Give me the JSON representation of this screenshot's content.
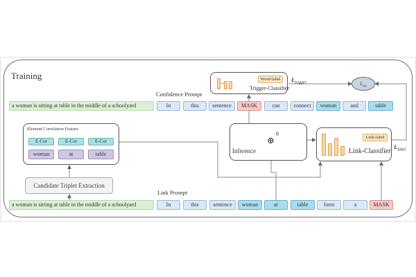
{
  "section_title": "Training",
  "confidence_prompt": {
    "label": "Confidence Prompt",
    "sentence": "a woman is sitting at table in the middle of a schoolyard",
    "tokens": [
      {
        "text": "In",
        "kind": "plain"
      },
      {
        "text": "this",
        "kind": "plain"
      },
      {
        "text": "sentence",
        "kind": "plain"
      },
      {
        "text": "MASK",
        "kind": "mask"
      },
      {
        "text": "can",
        "kind": "plain"
      },
      {
        "text": "connect",
        "kind": "plain"
      },
      {
        "text": "woman",
        "kind": "key"
      },
      {
        "text": "and",
        "kind": "plain"
      },
      {
        "text": "table",
        "kind": "key"
      }
    ]
  },
  "link_prompt": {
    "label": "Link Prompt",
    "sentence": "a woman is sitting at table in the middle of a schoolyard",
    "tokens": [
      {
        "text": "In",
        "kind": "plain"
      },
      {
        "text": "this",
        "kind": "plain"
      },
      {
        "text": "sentence",
        "kind": "plain"
      },
      {
        "text": "woman",
        "kind": "key"
      },
      {
        "text": "at",
        "kind": "key"
      },
      {
        "text": "table",
        "kind": "key"
      },
      {
        "text": "form",
        "kind": "plain"
      },
      {
        "text": "a",
        "kind": "plain"
      },
      {
        "text": "MASK",
        "kind": "mask"
      }
    ]
  },
  "element_correlation": {
    "title": "Element Correlation Feature",
    "ecor_labels": [
      "E-Cor",
      "E-Cor",
      "E-Cor"
    ],
    "words": [
      "woman",
      "at",
      "table"
    ]
  },
  "candidate_triplet_extraction": "Candidate Triplet Extraction",
  "trigger_classifier": {
    "title": "Trigger-Classifier",
    "tag": "Word-label"
  },
  "link_classifier": {
    "title": "Link-Classifier",
    "tag": "Link-label"
  },
  "inference": {
    "title": "Inference",
    "op_symbol": "⊕",
    "theta": "θ"
  },
  "losses": {
    "total": {
      "main": "L",
      "sub": "tot"
    },
    "trigger": {
      "main": "L",
      "sub": "trigger"
    },
    "label": {
      "main": "L",
      "sub": "label"
    }
  },
  "colors": {
    "sentence_bg": "#dcefd6",
    "token_plain": "#dce8f7",
    "token_key": "#a9dcef",
    "token_mask": "#f7c9c6",
    "ecor": "#a9e1e2",
    "word": "#cfc8e3",
    "bar": "#f9d5a6",
    "ltot": "#c9d3e3"
  }
}
